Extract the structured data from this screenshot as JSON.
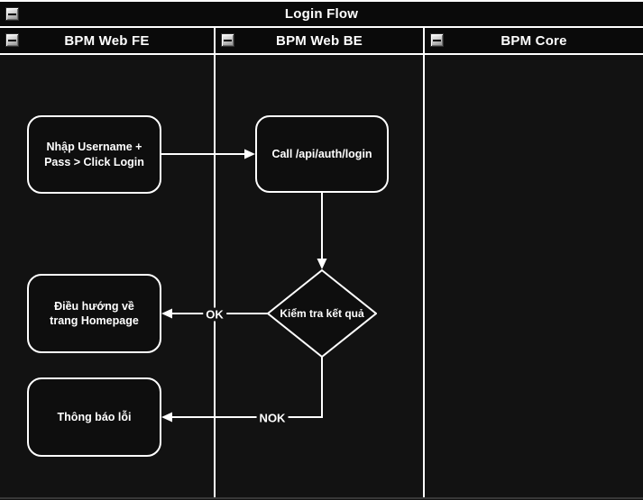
{
  "pool": {
    "title": "Login Flow"
  },
  "lanes": [
    {
      "label": "BPM Web FE"
    },
    {
      "label": "BPM Web BE"
    },
    {
      "label": "BPM Core"
    }
  ],
  "nodes": [
    {
      "id": "input-credentials",
      "type": "process",
      "label": "Nhập Username + Pass > Click Login"
    },
    {
      "id": "call-login-api",
      "type": "process",
      "label": "Call /api/auth/login"
    },
    {
      "id": "check-result",
      "type": "decision",
      "label": "Kiểm tra kết quả"
    },
    {
      "id": "redirect-homepage",
      "type": "process",
      "label": "Điều hướng về trang Homepage"
    },
    {
      "id": "show-error",
      "type": "process",
      "label": "Thông báo lỗi"
    }
  ],
  "edges": [
    {
      "from": "input-credentials",
      "to": "call-login-api",
      "label": ""
    },
    {
      "from": "call-login-api",
      "to": "check-result",
      "label": ""
    },
    {
      "from": "check-result",
      "to": "redirect-homepage",
      "label": "OK"
    },
    {
      "from": "check-result",
      "to": "show-error",
      "label": "NOK"
    }
  ],
  "icons": {
    "collapse": "minus-icon"
  },
  "colors": {
    "background": "#121212",
    "panel": "#0a0a0a",
    "line": "#ffffff",
    "text": "#ffffff",
    "node_fill": "#0e0e0e",
    "footer_line": "#383838"
  }
}
